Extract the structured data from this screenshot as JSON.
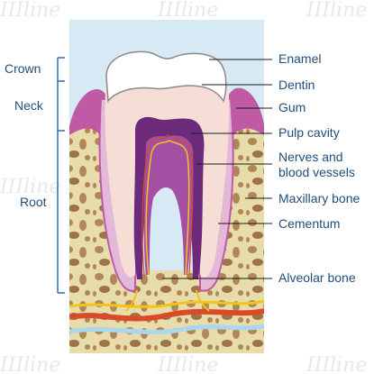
{
  "colors": {
    "label_text": "#1f4e79",
    "bracket": "#2f6db5",
    "background_sky": "#d7e9f4",
    "bone": "#e8dcaa",
    "bone_spot": "#b08858",
    "gum": "#c05aa5",
    "cementum": "#e3b8d8",
    "dentin": "#f6ddd5",
    "enamel": "#ffffff",
    "pulp": "#6b2a7a",
    "nerve_red": "#d94a2a",
    "nerve_yellow": "#f2c418",
    "nerve_blue": "#a9d7ef"
  },
  "left_labels": {
    "crown": "Crown",
    "neck": "Neck",
    "root": "Root"
  },
  "right_labels": {
    "enamel": "Enamel",
    "dentin": "Dentin",
    "gum": "Gum",
    "pulp_cavity": "Pulp cavity",
    "nerves_line1": "Nerves and",
    "nerves_line2": "blood vessels",
    "maxillary_bone": "Maxillary bone",
    "cementum": "Cementum",
    "alveolar_bone": "Alveolar bone"
  },
  "watermark": "IIIline"
}
